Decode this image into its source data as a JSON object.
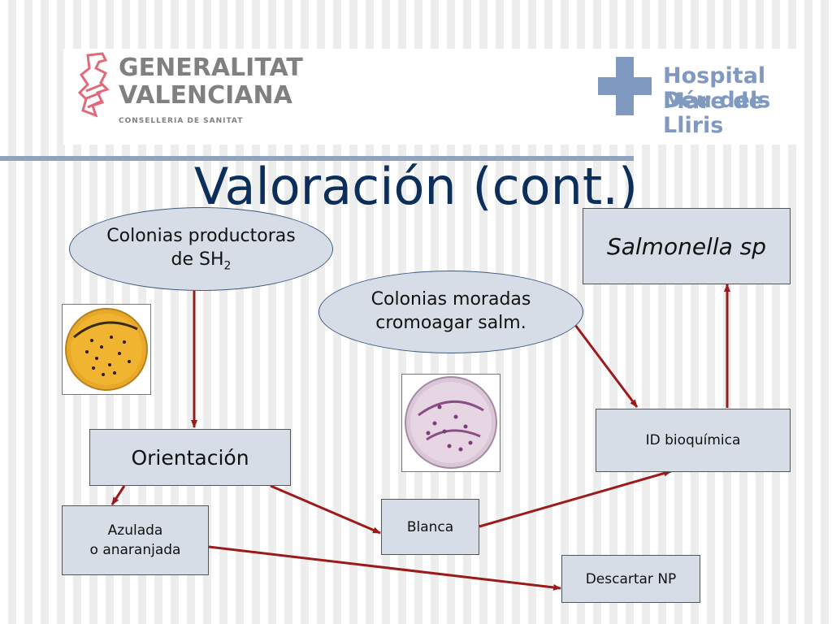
{
  "header": {
    "gva_line1": "GENERALITAT",
    "gva_line2": "VALENCIANA",
    "gva_line3": "CONSELLERIA DE SANITAT",
    "hospital_line1": "Hospital Mare de",
    "hospital_line2": "Déu dels Lliris"
  },
  "title": "Valoración (cont.)",
  "nodes": {
    "colonias_sh2_line1": "Colonias productoras",
    "colonias_sh2_line2": "de SH",
    "colonias_sh2_subscript": "2",
    "colonias_moradas_line1": "Colonias moradas",
    "colonias_moradas_line2": "cromoagar salm.",
    "salmonella": "Salmonella sp",
    "orientacion": "Orientación",
    "id_bioquimica": "ID bioquímica",
    "azulada_line1": "Azulada",
    "azulada_line2": "o anaranjada",
    "blanca": "Blanca",
    "descartar": "Descartar NP"
  },
  "colors": {
    "arrow": "#9b1b1b",
    "node_fill": "#d6dde6",
    "title": "#0b2e5a"
  }
}
